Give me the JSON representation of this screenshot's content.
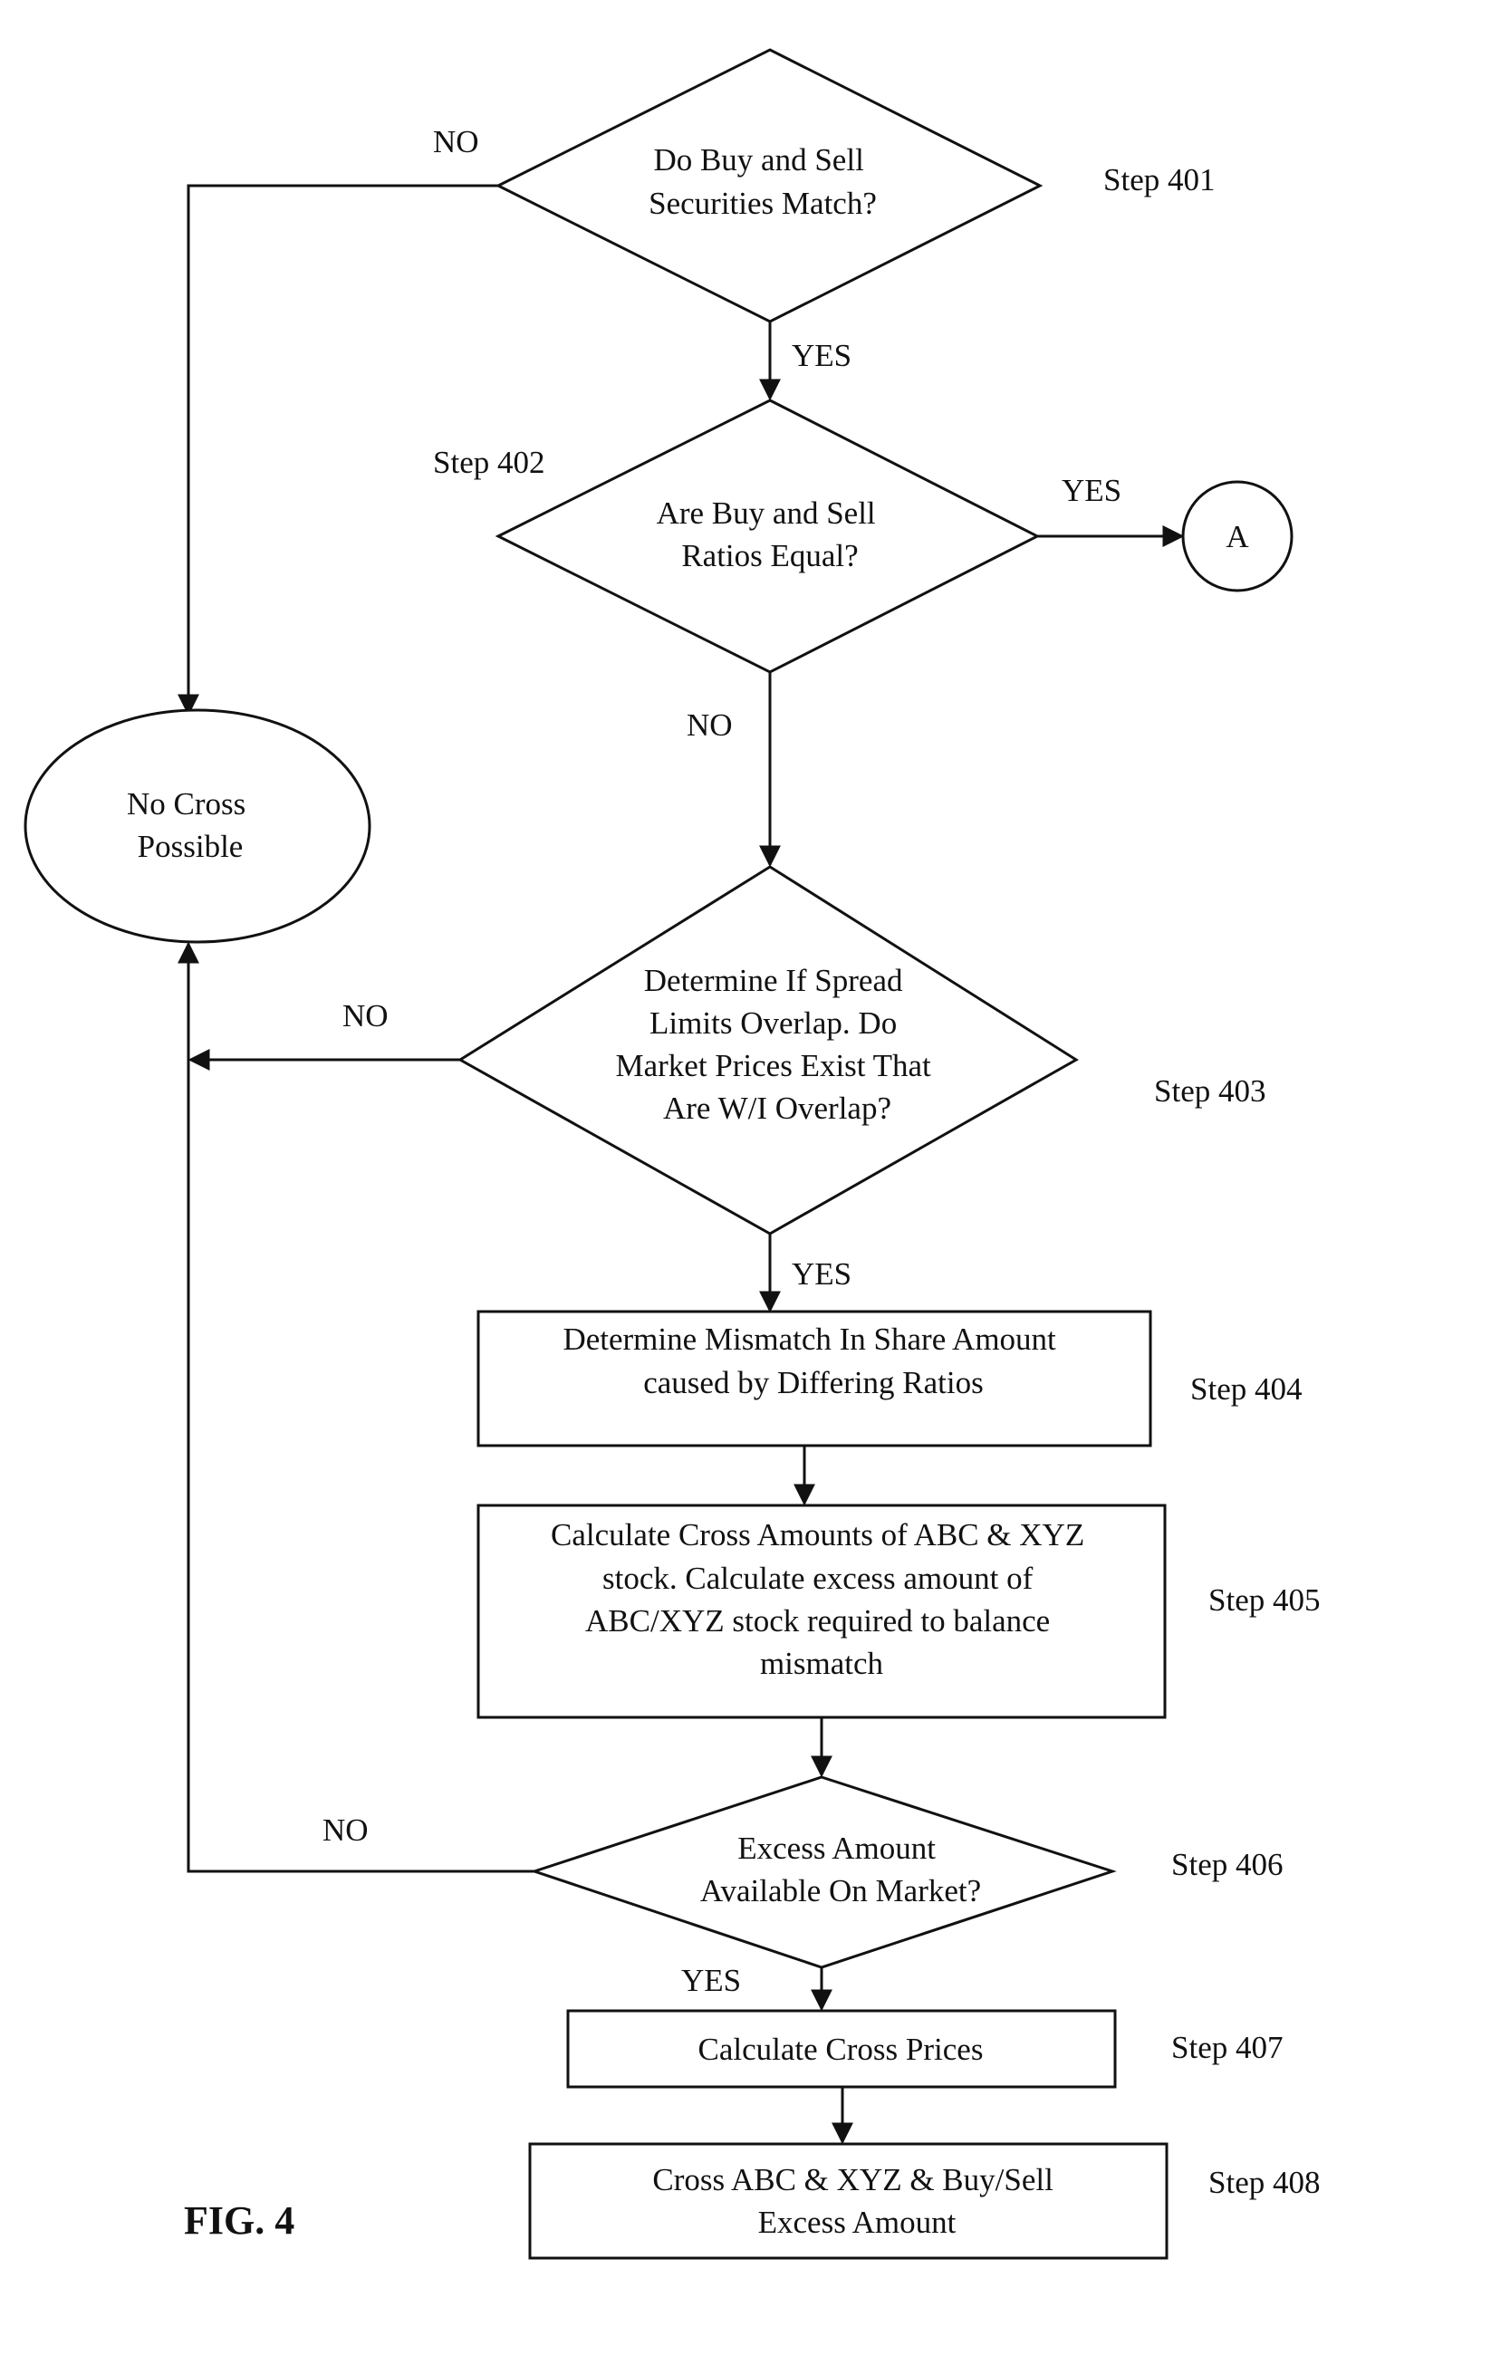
{
  "figure_label": "FIG. 4",
  "nodes": {
    "n401": {
      "lines": [
        "Do Buy and Sell",
        "Securities Match?"
      ],
      "step": "Step 401"
    },
    "n402": {
      "lines": [
        "Are Buy and Sell",
        "Ratios Equal?"
      ],
      "step": "Step 402"
    },
    "connector_a": {
      "label": "A"
    },
    "no_cross": {
      "lines": [
        "No Cross",
        "Possible"
      ]
    },
    "n403": {
      "lines": [
        "Determine If Spread",
        "Limits Overlap. Do",
        "Market Prices Exist That",
        "Are W/I Overlap?"
      ],
      "step": "Step 403"
    },
    "n404": {
      "lines": [
        "Determine Mismatch In Share Amount",
        "caused by Differing Ratios"
      ],
      "step": "Step 404"
    },
    "n405": {
      "lines": [
        "Calculate Cross Amounts of ABC & XYZ",
        "stock. Calculate excess amount of",
        "ABC/XYZ stock required to balance",
        "mismatch"
      ],
      "step": "Step 405"
    },
    "n406": {
      "lines": [
        "Excess Amount",
        "Available On Market?"
      ],
      "step": "Step 406"
    },
    "n407": {
      "lines": [
        "Calculate Cross Prices"
      ],
      "step": "Step 407"
    },
    "n408": {
      "lines": [
        "Cross ABC & XYZ & Buy/Sell",
        "Excess Amount"
      ],
      "step": "Step 408"
    }
  },
  "edge_labels": {
    "e401_no": "NO",
    "e401_yes": "YES",
    "e402_yes": "YES",
    "e402_no": "NO",
    "e403_no": "NO",
    "e403_yes": "YES",
    "e406_no": "NO",
    "e406_yes": "YES"
  }
}
